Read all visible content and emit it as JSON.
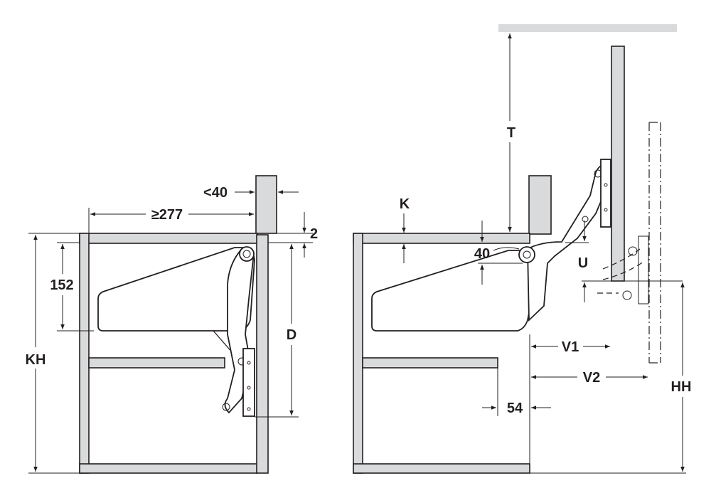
{
  "left_view": {
    "dim_overhang": "<40",
    "dim_min_depth": "≥277",
    "dim_gap": "2",
    "dim_152": "152",
    "dim_cabinet_height": "KH",
    "dim_D": "D"
  },
  "right_view": {
    "dim_T": "T",
    "dim_K": "K",
    "dim_40": "40",
    "dim_U": "U",
    "dim_V1": "V1",
    "dim_V2": "V2",
    "dim_HH": "HH",
    "dim_54": "54"
  }
}
